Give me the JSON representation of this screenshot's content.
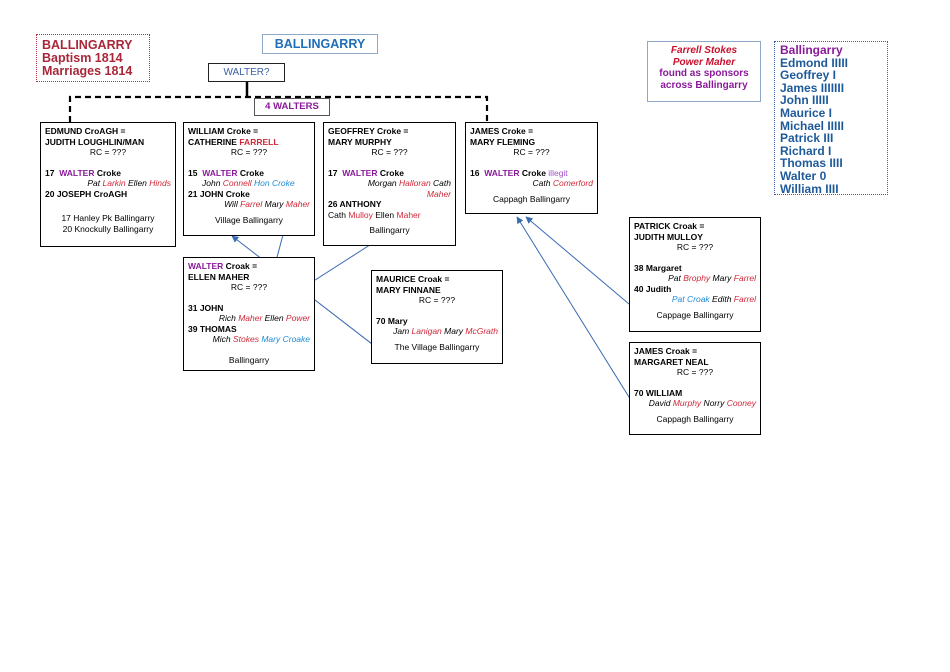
{
  "header": {
    "title_lines": [
      "BALLINGARRY",
      "Baptism 1814",
      "Marriages 1814"
    ],
    "center_title": "BALLINGARRY",
    "ancestor_label": "WALTER?",
    "group_label": "4 WALTERS"
  },
  "sponsor_note": {
    "names_line1": "Farrell Stokes",
    "names_line2": "Power Maher",
    "note_line1": "found as sponsors",
    "note_line2": "across Ballingarry"
  },
  "tally": {
    "heading": "Ballingarry",
    "items": [
      {
        "name": "Edmond",
        "count": "IIIII"
      },
      {
        "name": "Geoffrey",
        "count": "I"
      },
      {
        "name": "James",
        "count": "IIIIIII"
      },
      {
        "name": "John",
        "count": "IIIII"
      },
      {
        "name": "Maurice",
        "count": "I"
      },
      {
        "name": "Michael",
        "count": "IIIII"
      },
      {
        "name": "Patrick",
        "count": "III"
      },
      {
        "name": "Richard",
        "count": "I"
      },
      {
        "name": "Thomas",
        "count": "IIII"
      },
      {
        "name": "Walter",
        "count": "0"
      },
      {
        "name": "William",
        "count": "IIII"
      }
    ]
  },
  "families": {
    "edmund": {
      "line1": "EDMUND CroAGH  =",
      "line2": "JUDITH LOUGHLIN/MAN",
      "rc": "RC = ???",
      "c1_num": "17",
      "c1_first": "WALTER",
      "c1_rest": " Croke",
      "c1_sp": [
        [
          "Pat ",
          ""
        ],
        [
          "Larkin",
          "red"
        ],
        [
          " Ellen ",
          ""
        ],
        [
          "Hinds",
          "red"
        ]
      ],
      "c2": "20  JOSEPH CroAGH",
      "loc1": "17 Hanley Pk Ballingarry",
      "loc2": "20 Knockully  Ballingarry"
    },
    "william": {
      "line1": "WILLIAM Croke  =",
      "line2a": "CATHERINE ",
      "line2b": "FARRELL",
      "rc": "RC = ???",
      "c1_num": "15",
      "c1_first": "WALTER",
      "c1_rest": " Croke",
      "c1_sp": [
        [
          "John ",
          ""
        ],
        [
          "Connell",
          "red"
        ],
        [
          " ",
          ""
        ],
        [
          "Hon Croke",
          "blue"
        ]
      ],
      "c2": "21  JOHN Croke",
      "c2_sp": [
        [
          "Will ",
          ""
        ],
        [
          "Farrel",
          "red"
        ],
        [
          " Mary ",
          ""
        ],
        [
          "Maher",
          "red"
        ]
      ],
      "loc": "Village  Ballingarry"
    },
    "geoffrey": {
      "line1": "GEOFFREY Croke  =",
      "line2": "MARY MURPHY",
      "rc": "RC = ???",
      "c1_num": "17",
      "c1_first": "WALTER",
      "c1_rest": " Croke",
      "c1_sp": [
        [
          "Morgan ",
          ""
        ],
        [
          "Halloran",
          "red"
        ],
        [
          " Cath",
          ""
        ]
      ],
      "c1_sp2": "Maher",
      "c2": "26  ANTHONY",
      "c2_sp": [
        [
          "Cath ",
          ""
        ],
        [
          "Mulloy",
          "red"
        ],
        [
          " Ellen ",
          ""
        ],
        [
          "Maher",
          "red"
        ]
      ],
      "loc": "Ballingarry"
    },
    "james_croke": {
      "line1": "JAMES Croke  =",
      "line2": "MARY FLEMING",
      "rc": "RC = ???",
      "c1_num": "16",
      "c1_first": "WALTER",
      "c1_rest": " Croke ",
      "c1_note": "illegit",
      "c1_sp": [
        [
          "Cath ",
          ""
        ],
        [
          "Comerford",
          "red"
        ]
      ],
      "loc": "Cappagh  Ballingarry"
    },
    "walter_croak": {
      "line1a": "WALTER",
      "line1b": " Croak  =",
      "line2": "ELLEN MAHER",
      "rc": "RC = ???",
      "c1": "31  JOHN",
      "c1_sp": [
        [
          "Rich ",
          ""
        ],
        [
          "Maher",
          "red"
        ],
        [
          " Ellen ",
          ""
        ],
        [
          "Power",
          "red"
        ]
      ],
      "c2": "39  THOMAS",
      "c2_sp": [
        [
          "Mich ",
          ""
        ],
        [
          "Stokes",
          "red"
        ],
        [
          " ",
          ""
        ],
        [
          "Mary Croake",
          "blue"
        ]
      ],
      "loc": "Ballingarry"
    },
    "maurice": {
      "line1": "MAURICE Croak  =",
      "line2": "MARY FINNANE",
      "rc": "RC = ???",
      "c1": "70  Mary",
      "c1_sp": [
        [
          "Jam ",
          ""
        ],
        [
          "Lanigan",
          "red"
        ],
        [
          " Mary ",
          ""
        ],
        [
          "McGrath",
          "red"
        ]
      ],
      "loc": "The Village  Ballingarry"
    },
    "patrick": {
      "line1": "PATRICK Croak =",
      "line2": "JUDITH MULLOY",
      "rc": "RC = ???",
      "c1": "38  Margaret",
      "c1_sp": [
        [
          "Pat ",
          ""
        ],
        [
          "Brophy",
          "red"
        ],
        [
          " Mary ",
          ""
        ],
        [
          "Farrel",
          "red"
        ]
      ],
      "c2": "40  Judith",
      "c2_sp": [
        [
          "Pat Croak",
          "blue"
        ],
        [
          " Edith ",
          ""
        ],
        [
          "Farrel",
          "red"
        ]
      ],
      "loc": "Cappage  Ballingarry"
    },
    "james_croak": {
      "line1": "JAMES Croak  =",
      "line2": "MARGARET NEAL",
      "rc": "RC = ???",
      "c1": "70  WILLIAM",
      "c1_sp": [
        [
          "David ",
          ""
        ],
        [
          "Murphy",
          "red"
        ],
        [
          " Norry ",
          ""
        ],
        [
          "Cooney",
          "red"
        ]
      ],
      "loc": "Cappagh Ballingarry"
    }
  },
  "colors": {
    "title_red": "#a8283a",
    "center_blue": "#1f6fb8",
    "walter_purple": "#8a1a9a",
    "sponsor_red": "#d0283a",
    "sponsor_blue": "#1e8ad8",
    "arrow_blue": "#3a6ab0"
  }
}
